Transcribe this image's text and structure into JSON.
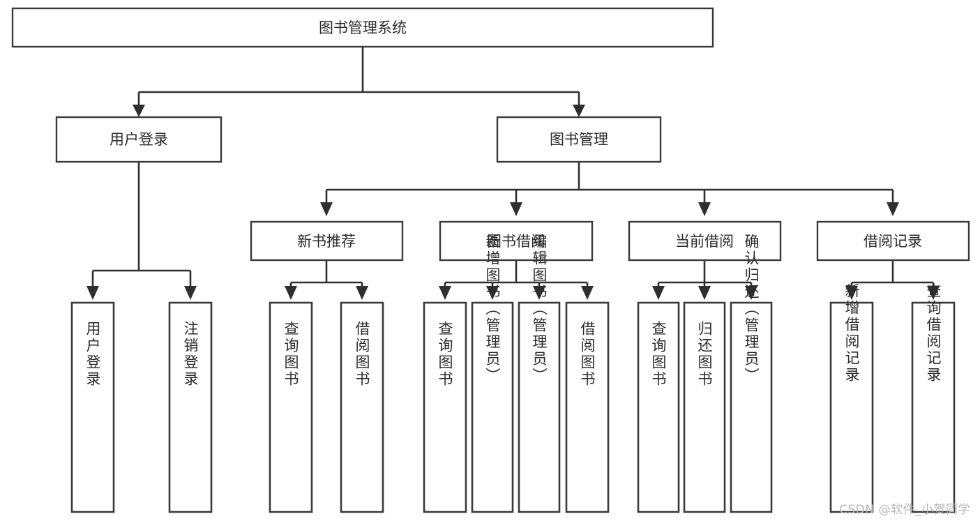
{
  "diagram": {
    "type": "tree-hierarchy",
    "title": "图书管理系统",
    "watermark": "CSDN @软件_小贺同学",
    "root": {
      "label": "图书管理系统"
    },
    "level2": [
      {
        "label": "用户登录"
      },
      {
        "label": "图书管理"
      }
    ],
    "level3": [
      {
        "label": "新书推荐"
      },
      {
        "label": "图书借阅"
      },
      {
        "label": "当前借阅"
      },
      {
        "label": "借阅记录"
      }
    ],
    "leaves": {
      "user_login": [
        {
          "label": "用户登录"
        },
        {
          "label": "注销登录"
        }
      ],
      "new_book_recommend": [
        {
          "label": "查询图书"
        },
        {
          "label": "借阅图书"
        }
      ],
      "book_borrow": [
        {
          "label": "查询图书"
        },
        {
          "label": "新增图书（管理员）"
        },
        {
          "label": "编辑图书（管理员）"
        },
        {
          "label": "借阅图书"
        }
      ],
      "current_borrow": [
        {
          "label": "查询图书"
        },
        {
          "label": "归还图书"
        },
        {
          "label": "确认归还（管理员）"
        }
      ],
      "borrow_record": [
        {
          "label": "新增借阅记录"
        },
        {
          "label": "查询借阅记录"
        }
      ]
    },
    "colors": {
      "box_stroke": "#3a3a3a",
      "connector": "#2f2f2f",
      "background": "#ffffff",
      "text": "#2b2b2b",
      "watermark": "#b9b9b9"
    }
  }
}
